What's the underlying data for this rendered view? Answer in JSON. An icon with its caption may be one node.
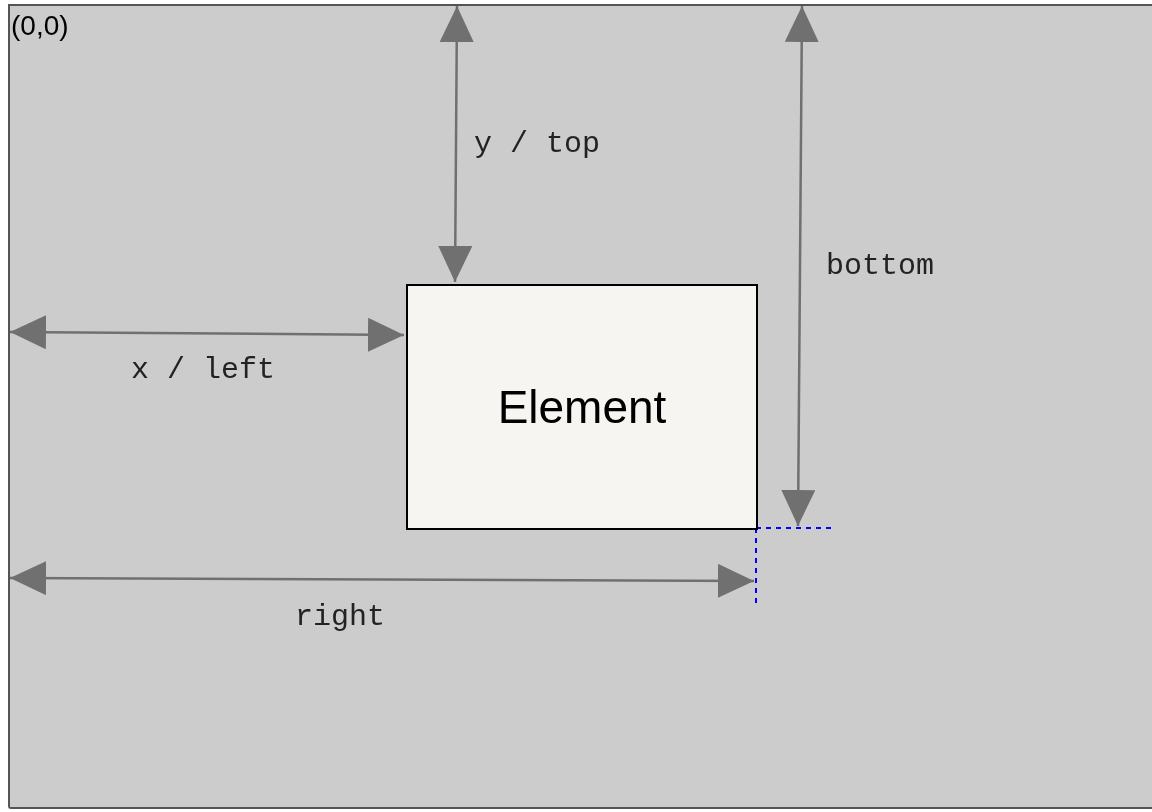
{
  "diagram": {
    "nodes": [
      {
        "text": [
          "Element"
        ]
      }
    ],
    "labels": [
      "(0,0)",
      "y / top",
      "bottom",
      "x / left",
      "right"
    ]
  }
}
